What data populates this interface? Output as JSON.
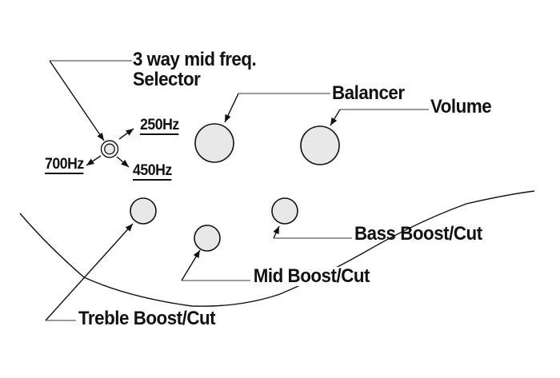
{
  "labels": {
    "selector_line1": "3 way mid freq.",
    "selector_line2": "Selector",
    "freq_250": "250Hz",
    "freq_700": "700Hz",
    "freq_450": "450Hz",
    "balancer": "Balancer",
    "volume": "Volume",
    "bass": "Bass Boost/Cut",
    "mid": "Mid Boost/Cut",
    "treble": "Treble Boost/Cut"
  },
  "colors": {
    "background": "#ffffff",
    "knob_fill": "#e8e8e8",
    "selector_ring_fill": "#ffffff",
    "line_black": "#111111",
    "leader_gray": "#7a7a7a",
    "text": "#111111"
  }
}
